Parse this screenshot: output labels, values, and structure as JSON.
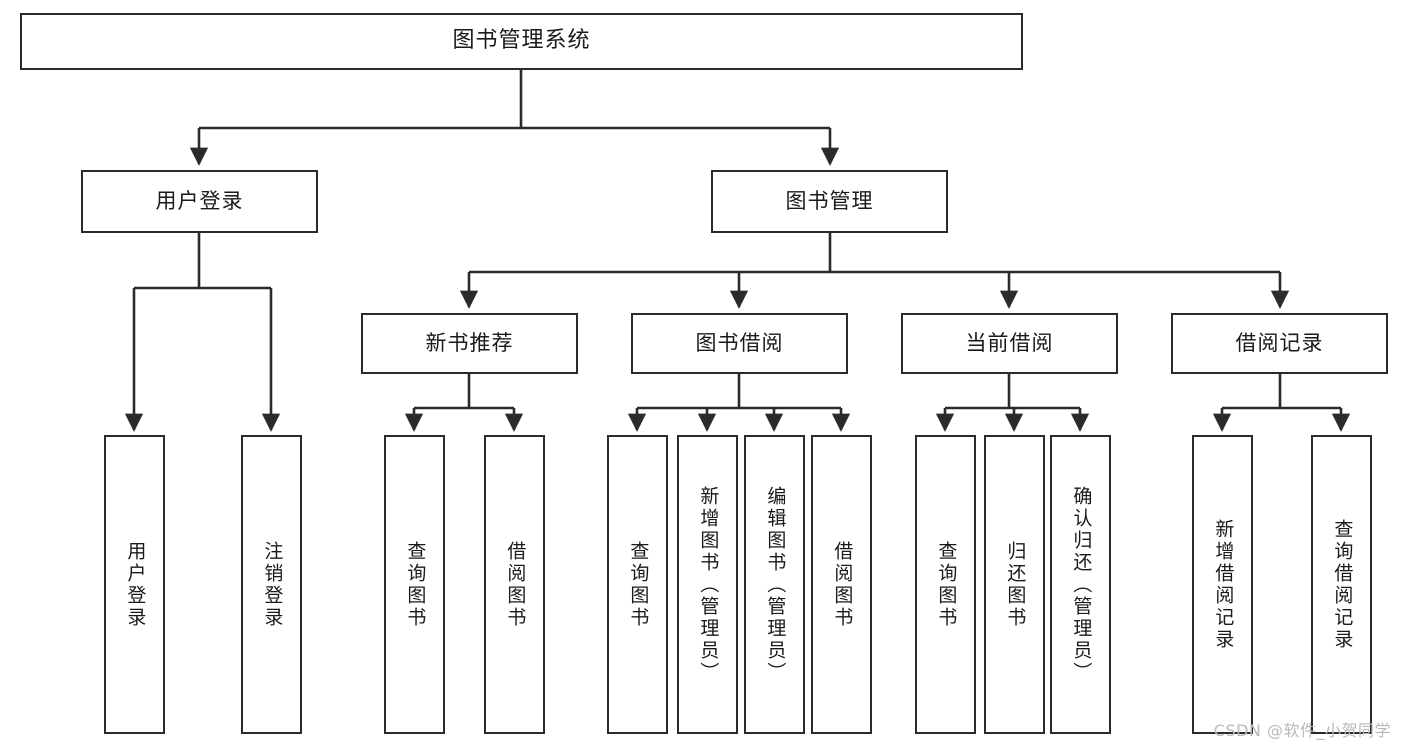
{
  "diagram": {
    "type": "hierarchy-tree",
    "title": "图书管理系统",
    "watermark": "CSDN @软件_小贺同学",
    "colors": {
      "box_border": "#2b2b2b",
      "connector": "#2b2b2b",
      "background": "#ffffff",
      "text": "#1a1a1a",
      "watermark": "#b9b9b9"
    },
    "root": {
      "label": "图书管理系统"
    },
    "level2": [
      {
        "label": "用户登录"
      },
      {
        "label": "图书管理"
      }
    ],
    "level3": [
      {
        "label": "新书推荐"
      },
      {
        "label": "图书借阅"
      },
      {
        "label": "当前借阅"
      },
      {
        "label": "借阅记录"
      }
    ],
    "leaves": {
      "user_login": [
        {
          "label": "用户登录"
        },
        {
          "label": "注销登录"
        }
      ],
      "new_book": [
        {
          "label": "查询图书"
        },
        {
          "label": "借阅图书"
        }
      ],
      "book_borrow": [
        {
          "label": "查询图书"
        },
        {
          "label": "新增图书（管理员）"
        },
        {
          "label": "编辑图书（管理员）"
        },
        {
          "label": "借阅图书"
        }
      ],
      "current_borrow": [
        {
          "label": "查询图书"
        },
        {
          "label": "归还图书"
        },
        {
          "label": "确认归还（管理员）"
        }
      ],
      "borrow_record": [
        {
          "label": "新增借阅记录"
        },
        {
          "label": "查询借阅记录"
        }
      ]
    }
  }
}
